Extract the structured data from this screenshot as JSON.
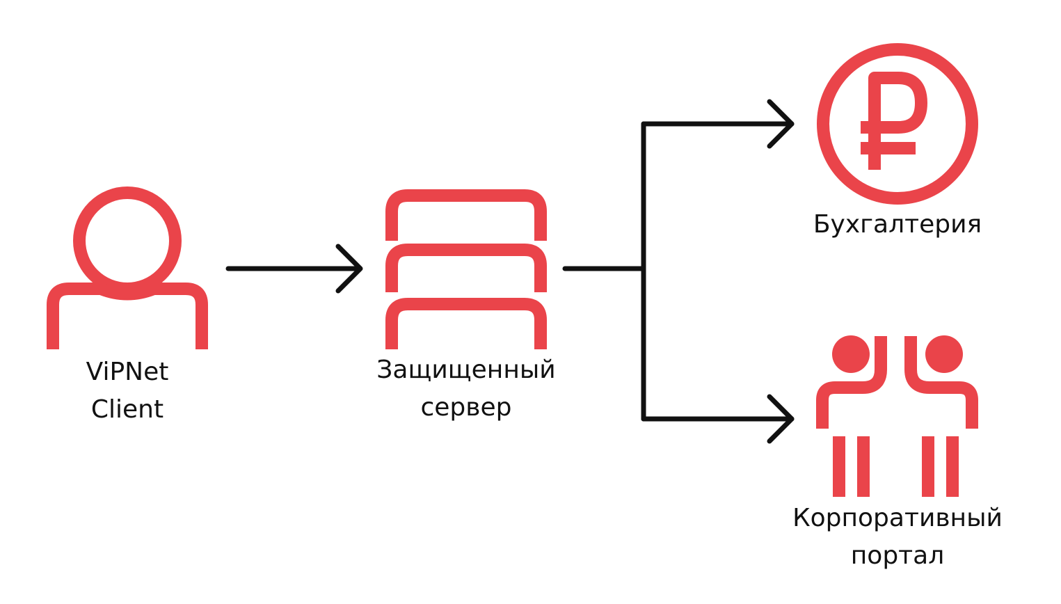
{
  "colors": {
    "accent": "#ea444a",
    "arrow": "#111111",
    "background": "#ffffff"
  },
  "nodes": {
    "client": {
      "icon": "user-icon",
      "label_lines": [
        "ViPNet",
        "Client"
      ]
    },
    "server": {
      "icon": "server-stack-icon",
      "label_lines": [
        "Защищенный",
        "сервер"
      ]
    },
    "accounting": {
      "icon": "ruble-icon",
      "label_lines": [
        "Бухгалтерия"
      ]
    },
    "portal": {
      "icon": "people-high-five-icon",
      "label_lines": [
        "Корпоративный",
        "портал"
      ]
    }
  },
  "edges": [
    {
      "from": "client",
      "to": "server"
    },
    {
      "from": "server",
      "to": "accounting"
    },
    {
      "from": "server",
      "to": "portal"
    }
  ]
}
